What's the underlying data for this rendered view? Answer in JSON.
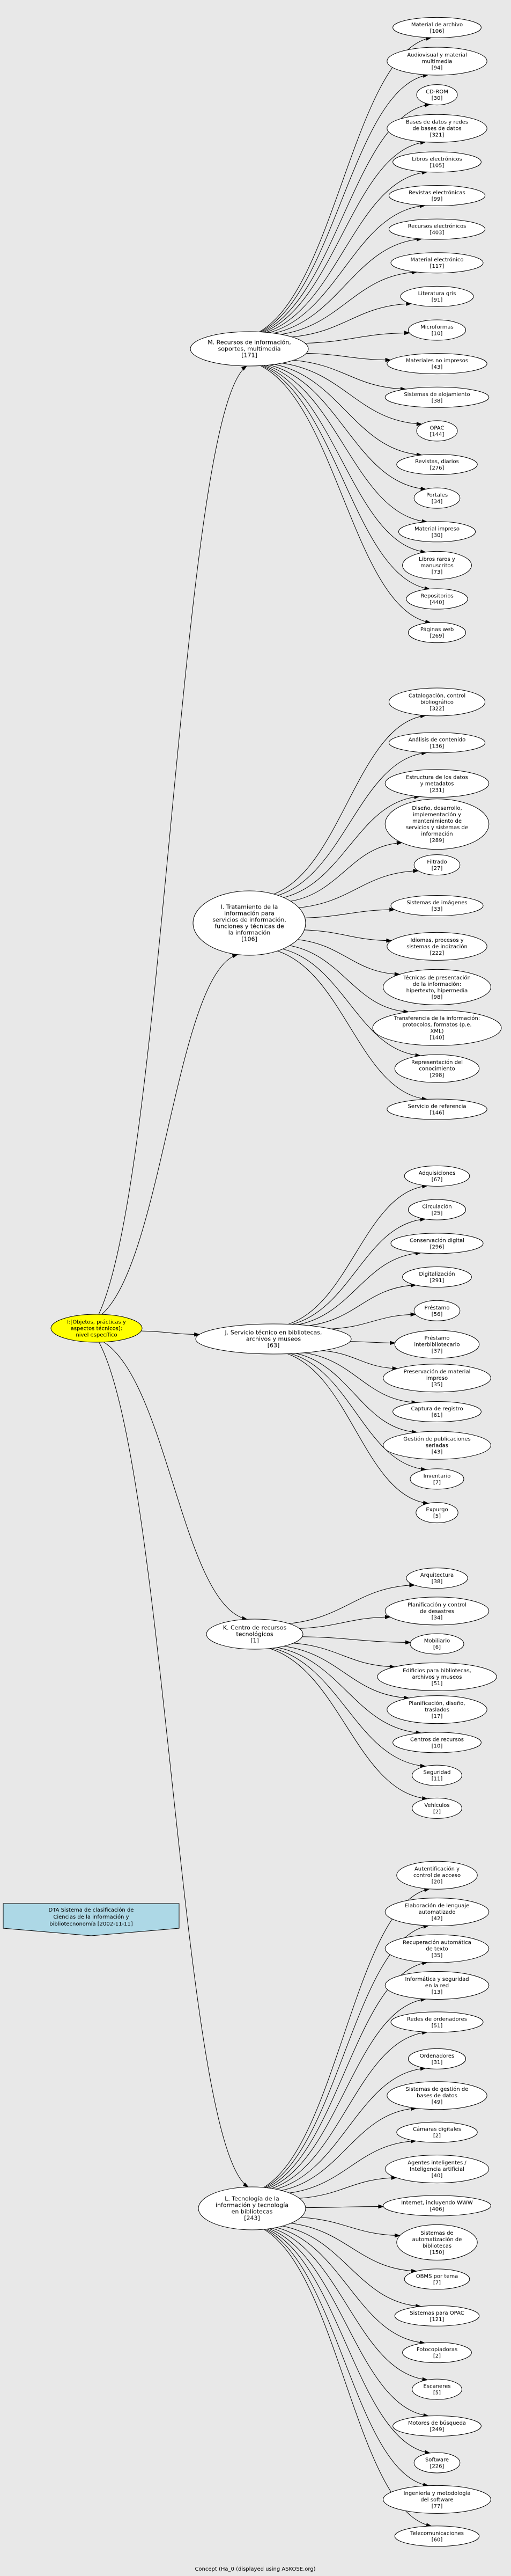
{
  "banner": [
    "DTA Sistema de clasificación de",
    "Ciencias de la información y",
    "bibliotecnonomía [2002-11-11]"
  ],
  "footer": "Concept (Ha_0 (displayed using ASKOSE.org)",
  "root": [
    "I:[Objetos, prácticas y",
    "aspectos técnicos]:",
    "nivel específico"
  ],
  "hubs": [
    {
      "id": "m",
      "label": [
        "M. Recursos de información,",
        "soportes, multimedia",
        "[171]"
      ],
      "children": [
        [
          "Material de archivo",
          "[106]"
        ],
        [
          "Audiovisual y material",
          "multimedia",
          "[94]"
        ],
        [
          "CD-ROM",
          "[30]"
        ],
        [
          "Bases de datos y redes",
          "de bases de datos",
          "[321]"
        ],
        [
          "Libros electrónicos",
          "[105]"
        ],
        [
          "Revistas electrónicas",
          "[99]"
        ],
        [
          "Recursos electrónicos",
          "[403]"
        ],
        [
          "Material electrónico",
          "[117]"
        ],
        [
          "Literatura gris",
          "[91]"
        ],
        [
          "Microformas",
          "[10]"
        ],
        [
          "Materiales no impresos",
          "[43]"
        ],
        [
          "Sistemas de alojamiento",
          "[38]"
        ],
        [
          "OPAC",
          "[144]"
        ],
        [
          "Revistas, diarios",
          "[276]"
        ],
        [
          "Portales",
          "[34]"
        ],
        [
          "Material impreso",
          "[30]"
        ],
        [
          "Libros raros y",
          "manuscritos",
          "[73]"
        ],
        [
          "Repositorios",
          "[440]"
        ],
        [
          "Páginas web",
          "[269]"
        ]
      ]
    },
    {
      "id": "i",
      "label": [
        "I. Tratamiento de la",
        "información para",
        "servicios de información,",
        "funciones y técnicas de",
        "la información",
        "[106]"
      ],
      "children": [
        [
          "Catalogación, control",
          "bibliográfico",
          "[322]"
        ],
        [
          "Análisis de contenido",
          "[136]"
        ],
        [
          "Estructura de los datos",
          "y metadatos",
          "[231]"
        ],
        [
          "Diseño, desarrollo,",
          "implementación y",
          "mantenimiento de",
          "servicios y sistemas de",
          "información",
          "[289]"
        ],
        [
          "Filtrado",
          "[27]"
        ],
        [
          "Sistemas de imágenes",
          "[33]"
        ],
        [
          "Idiomas, procesos y",
          "sistemas de indización",
          "[222]"
        ],
        [
          "Técnicas de presentación",
          "de la información:",
          "hipertexto, hipermedia",
          "[98]"
        ],
        [
          "Transferencia de la información:",
          "protocolos, formatos (p.e.",
          "XML)",
          "[140]"
        ],
        [
          "Representación del",
          "conocimiento",
          "[298]"
        ],
        [
          "Servicio de referencia",
          "[146]"
        ]
      ]
    },
    {
      "id": "j",
      "label": [
        "J. Servicio técnico en bibliotecas,",
        "archivos y museos",
        "[63]"
      ],
      "children": [
        [
          "Adquisiciones",
          "[67]"
        ],
        [
          "Circulación",
          "[25]"
        ],
        [
          "Conservación digital",
          "[296]"
        ],
        [
          "Digitalización",
          "[291]"
        ],
        [
          "Préstamo",
          "[56]"
        ],
        [
          "Préstamo",
          "interbibliotecario",
          "[37]"
        ],
        [
          "Preservación de material",
          "impreso",
          "[35]"
        ],
        [
          "Captura de registro",
          "[61]"
        ],
        [
          "Gestión de publicaciones",
          "seriadas",
          "[43]"
        ],
        [
          "Inventario",
          "[7]"
        ],
        [
          "Expurgo",
          "[5]"
        ]
      ]
    },
    {
      "id": "k",
      "label": [
        "K. Centro de recursos",
        "tecnológicos",
        "[1]"
      ],
      "children": [
        [
          "Arquitectura",
          "[38]"
        ],
        [
          "Planificación y control",
          "de desastres",
          "[34]"
        ],
        [
          "Mobiliario",
          "[6]"
        ],
        [
          "Edificios para bibliotecas,",
          "archivos y museos",
          "[51]"
        ],
        [
          "Planificación, diseño,",
          "traslados",
          "[17]"
        ],
        [
          "Centros de recursos",
          "[10]"
        ],
        [
          "Seguridad",
          "[11]"
        ],
        [
          "Vehículos",
          "[2]"
        ]
      ]
    },
    {
      "id": "l",
      "label": [
        "L. Tecnología de la",
        "información y tecnología",
        "en bibliotecas",
        "[243]"
      ],
      "children": [
        [
          "Autentificación y",
          "control de acceso",
          "[20]"
        ],
        [
          "Elaboración de lenguaje",
          "automatizado",
          "[42]"
        ],
        [
          "Recuperación automática",
          "de texto",
          "[35]"
        ],
        [
          "Informática y seguridad",
          "en la red",
          "[13]"
        ],
        [
          "Redes de ordenadores",
          "[51]"
        ],
        [
          "Ordenadores",
          "[31]"
        ],
        [
          "Sistemas de gestión de",
          "bases de datos",
          "[49]"
        ],
        [
          "Cámaras digitales",
          "[2]"
        ],
        [
          "Agentes inteligentes /",
          "Inteligencia artificial",
          "[40]"
        ],
        [
          "Internet, incluyendo WWW",
          "[406]"
        ],
        [
          "Sistemas de",
          "automatización de",
          "bibliotecas",
          "[150]"
        ],
        [
          "OBMS por tema",
          "[7]"
        ],
        [
          "Sistemas para OPAC",
          "[121]"
        ],
        [
          "Fotocopiadoras",
          "[2]"
        ],
        [
          "Escaneres",
          "[5]"
        ],
        [
          "Motores de búsqueda",
          "[249]"
        ],
        [
          "Software",
          "[226]"
        ],
        [
          "Ingeniería y metodología",
          "del software",
          "[77]"
        ],
        [
          "Telecomunicaciones",
          "[60]"
        ]
      ]
    }
  ]
}
